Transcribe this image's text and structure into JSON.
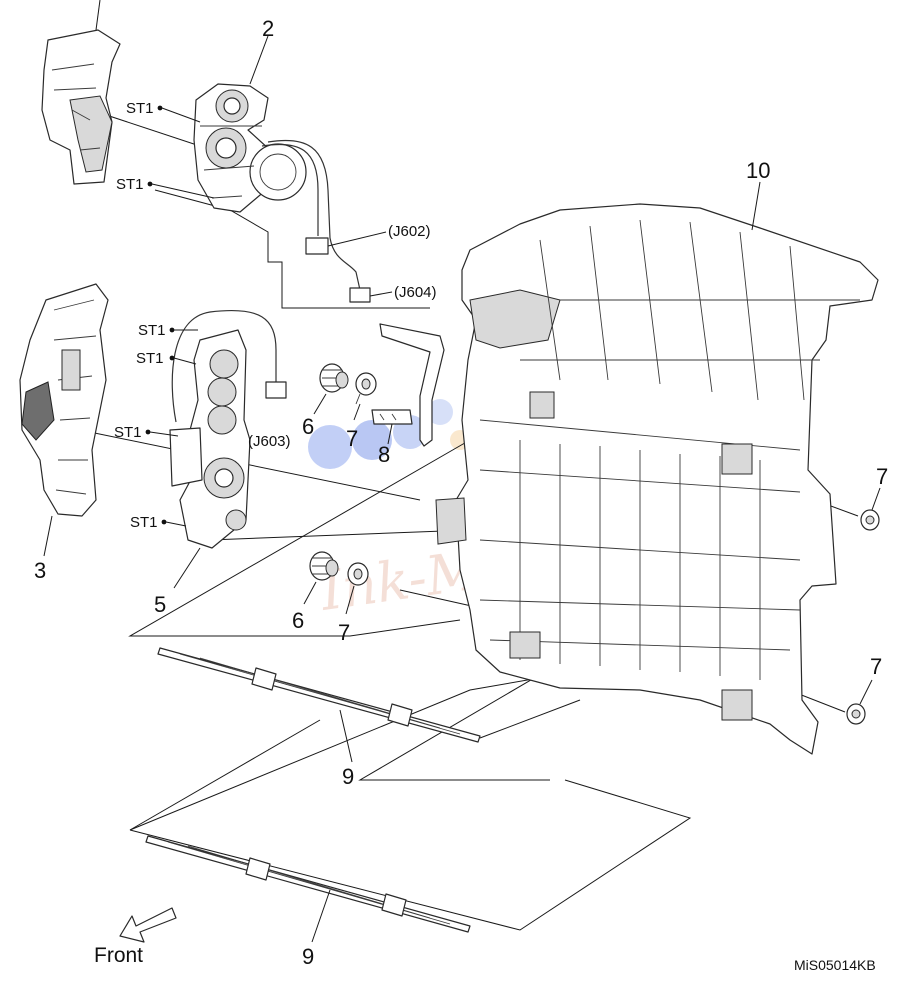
{
  "callouts": {
    "c1": "",
    "c2": "2",
    "c3": "3",
    "c5": "5",
    "c6a": "6",
    "c6b": "6",
    "c7a": "7",
    "c7b": "7",
    "c7c": "7",
    "c7d": "7",
    "c8": "8",
    "c9a": "9",
    "c9b": "9",
    "c10": "10"
  },
  "screw_labels": {
    "st1_a": "ST1",
    "st1_b": "ST1",
    "st1_c": "ST1",
    "st1_d": "ST1",
    "st1_e": "ST1",
    "st1_f": "ST1"
  },
  "connectors": {
    "j602": "(J602)",
    "j604": "(J604)",
    "j603": "(J603)"
  },
  "direction_label": "Front",
  "figure_code": "MiS05014KB",
  "watermark": "Ink-Market",
  "colors": {
    "line": "#2a2a2a",
    "watermark_blue": "#6f8fe6",
    "watermark_orange": "#f3c88a",
    "watermark_text": "#e7b9a7"
  }
}
